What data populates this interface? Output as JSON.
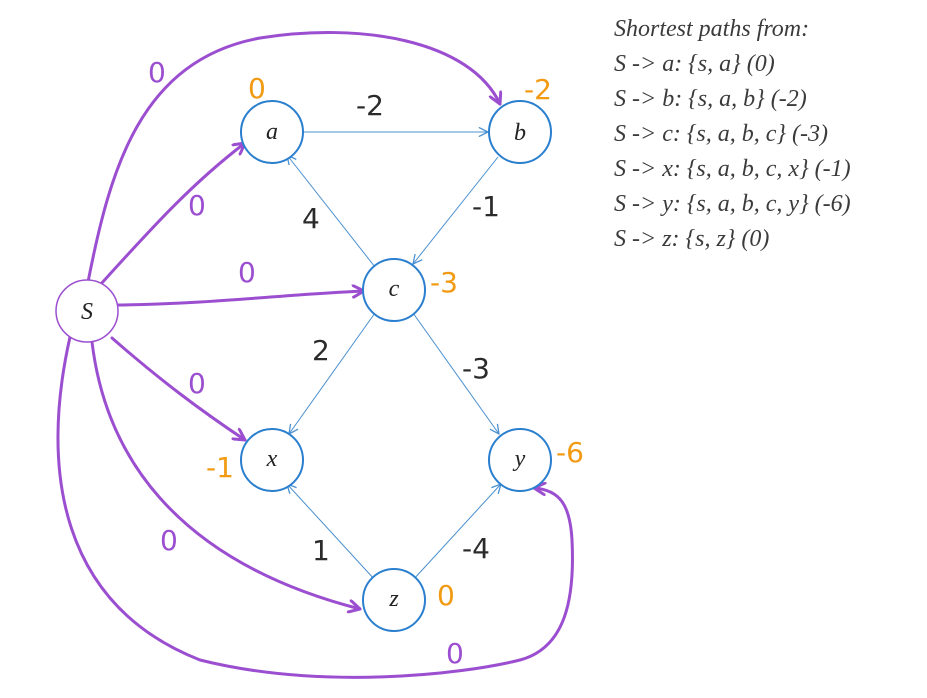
{
  "nodes": {
    "S": "S",
    "a": "a",
    "b": "b",
    "c": "c",
    "x": "x",
    "y": "y",
    "z": "z"
  },
  "edge_weights": {
    "a_b": "-2",
    "b_c": "-1",
    "c_a": "4",
    "c_x": "2",
    "c_y": "-3",
    "z_x": "1",
    "z_y": "-4"
  },
  "source_edge_weights": {
    "S_b": "0",
    "S_a": "0",
    "S_c": "0",
    "S_x": "0",
    "S_z": "0",
    "S_y": "0"
  },
  "distances": {
    "a": "0",
    "b": "-2",
    "c": "-3",
    "x": "-1",
    "y": "-6",
    "z": "0"
  },
  "colors": {
    "node_stroke": "#2b7fcf",
    "source_stroke": "#9b4fd0",
    "graph_edge": "#4a90d0",
    "source_edge": "#9b4fd0",
    "distance": "#f29a12",
    "weight": "#2b2b2b"
  },
  "shortest_paths": {
    "title": "Shortest paths from:",
    "lines": [
      "S -> a: {s, a} (0)",
      "S -> b: {s, a, b} (-2)",
      "S -> c: {s, a, b, c} (-3)",
      "S -> x: {s, a, b, c, x} (-1)",
      "S -> y: {s, a, b, c, y} (-6)",
      "S -> z: {s, z} (0)"
    ]
  }
}
